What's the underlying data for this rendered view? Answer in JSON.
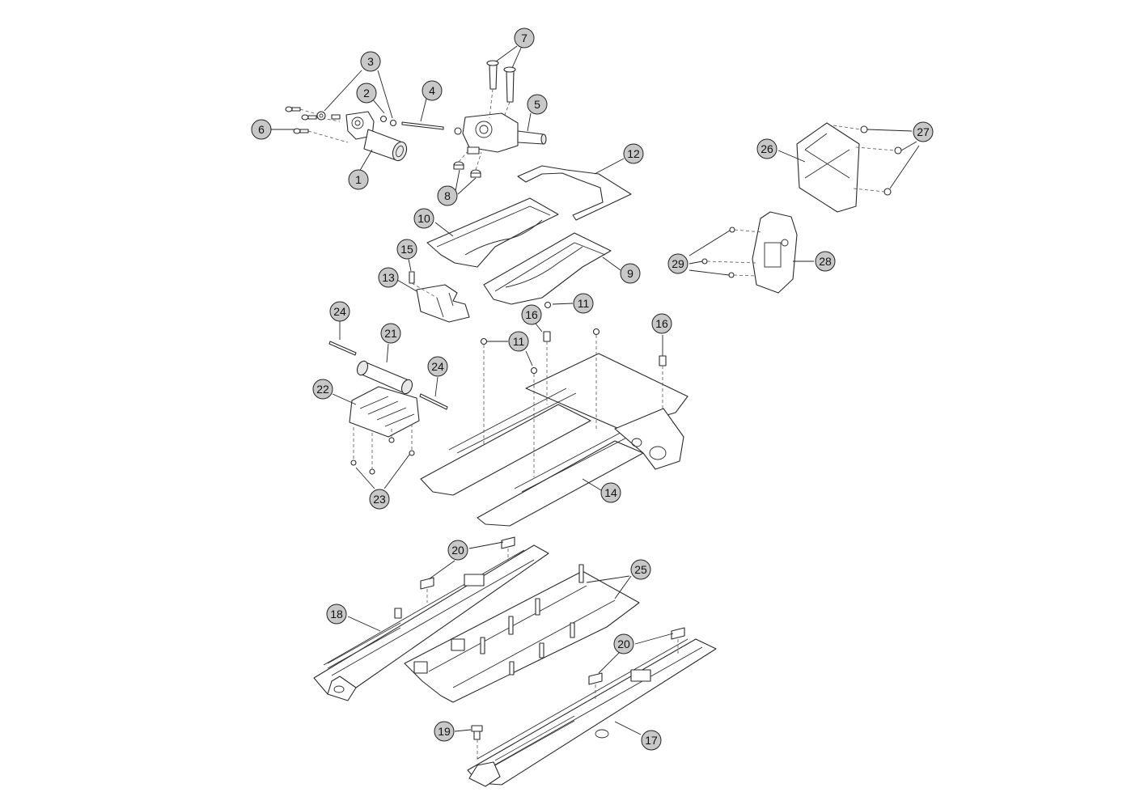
{
  "callouts": [
    {
      "id": "c1",
      "label": "1"
    },
    {
      "id": "c2",
      "label": "2"
    },
    {
      "id": "c3",
      "label": "3"
    },
    {
      "id": "c4",
      "label": "4"
    },
    {
      "id": "c5",
      "label": "5"
    },
    {
      "id": "c6",
      "label": "6"
    },
    {
      "id": "c7",
      "label": "7"
    },
    {
      "id": "c8",
      "label": "8"
    },
    {
      "id": "c9",
      "label": "9"
    },
    {
      "id": "c10",
      "label": "10"
    },
    {
      "id": "c11a",
      "label": "11"
    },
    {
      "id": "c11b",
      "label": "11"
    },
    {
      "id": "c12",
      "label": "12"
    },
    {
      "id": "c13",
      "label": "13"
    },
    {
      "id": "c14",
      "label": "14"
    },
    {
      "id": "c15",
      "label": "15"
    },
    {
      "id": "c16a",
      "label": "16"
    },
    {
      "id": "c16b",
      "label": "16"
    },
    {
      "id": "c17",
      "label": "17"
    },
    {
      "id": "c18",
      "label": "18"
    },
    {
      "id": "c19",
      "label": "19"
    },
    {
      "id": "c20a",
      "label": "20"
    },
    {
      "id": "c20b",
      "label": "20"
    },
    {
      "id": "c21",
      "label": "21"
    },
    {
      "id": "c22",
      "label": "22"
    },
    {
      "id": "c23",
      "label": "23"
    },
    {
      "id": "c24a",
      "label": "24"
    },
    {
      "id": "c24b",
      "label": "24"
    },
    {
      "id": "c25",
      "label": "25"
    },
    {
      "id": "c26",
      "label": "26"
    },
    {
      "id": "c27",
      "label": "27"
    },
    {
      "id": "c28",
      "label": "28"
    },
    {
      "id": "c29",
      "label": "29"
    }
  ],
  "colors": {
    "callout_fill": "#c8c8c8",
    "line": "#2a2a2a",
    "background": "#ffffff"
  }
}
